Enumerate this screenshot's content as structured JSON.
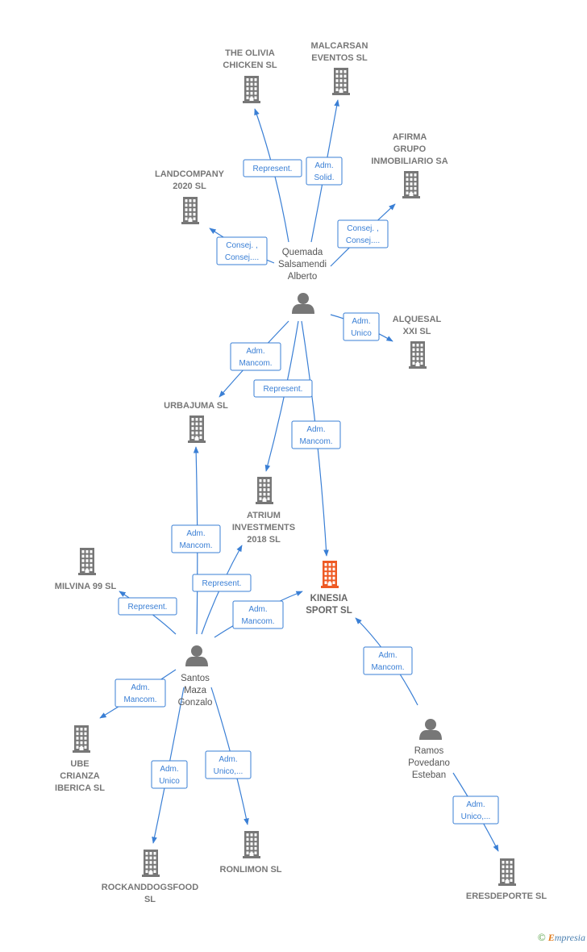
{
  "colors": {
    "edge": "#3a7fd5",
    "company": "#777777",
    "focus": "#ee5a24",
    "person": "#777777"
  },
  "companies": [
    {
      "id": "olivia",
      "lines": [
        "THE OLIVIA",
        "CHICKEN  SL"
      ]
    },
    {
      "id": "malcarsan",
      "lines": [
        "MALCARSAN",
        "EVENTOS  SL"
      ]
    },
    {
      "id": "afirma",
      "lines": [
        "AFIRMA",
        "GRUPO",
        "INMOBILIARIO SA"
      ]
    },
    {
      "id": "landcompany",
      "lines": [
        "LANDCOMPANY",
        "2020  SL"
      ]
    },
    {
      "id": "alquesal",
      "lines": [
        "ALQUESAL",
        "XXI  SL"
      ]
    },
    {
      "id": "urbajuma",
      "lines": [
        "URBAJUMA  SL"
      ]
    },
    {
      "id": "atrium",
      "lines": [
        "ATRIUM",
        "INVESTMENTS",
        "2018  SL"
      ]
    },
    {
      "id": "milvina",
      "lines": [
        "MILVINA 99 SL"
      ]
    },
    {
      "id": "kinesia",
      "lines": [
        "KINESIA",
        "SPORT  SL"
      ],
      "focus": true
    },
    {
      "id": "ube",
      "lines": [
        "UBE",
        "CRIANZA",
        "IBERICA  SL"
      ]
    },
    {
      "id": "rockanddogs",
      "lines": [
        "ROCKANDDOGSFOOD",
        "SL"
      ]
    },
    {
      "id": "ronlimon",
      "lines": [
        "RONLIMON SL"
      ]
    },
    {
      "id": "eresdeporte",
      "lines": [
        "ERESDEPORTE SL"
      ]
    }
  ],
  "persons": [
    {
      "id": "quemada",
      "lines": [
        "Quemada",
        "Salsamendi",
        "Alberto"
      ]
    },
    {
      "id": "santos",
      "lines": [
        "Santos",
        "Maza",
        "Gonzalo"
      ]
    },
    {
      "id": "ramos",
      "lines": [
        "Ramos",
        "Povedano",
        "Esteban"
      ]
    }
  ],
  "edges": [
    {
      "from": "quemada",
      "to": "olivia",
      "lines": [
        "Represent."
      ]
    },
    {
      "from": "quemada",
      "to": "malcarsan",
      "lines": [
        "Adm.",
        "Solid."
      ]
    },
    {
      "from": "quemada",
      "to": "afirma",
      "lines": [
        "Consej. ,",
        "Consej...."
      ]
    },
    {
      "from": "quemada",
      "to": "landcompany",
      "lines": [
        "Consej. ,",
        "Consej...."
      ]
    },
    {
      "from": "quemada",
      "to": "alquesal",
      "lines": [
        "Adm.",
        "Unico"
      ]
    },
    {
      "from": "quemada",
      "to": "urbajuma",
      "lines": [
        "Adm.",
        "Mancom."
      ]
    },
    {
      "from": "quemada",
      "to": "atrium",
      "lines": [
        "Represent."
      ]
    },
    {
      "from": "quemada",
      "to": "kinesia",
      "lines": [
        "Adm.",
        "Mancom."
      ]
    },
    {
      "from": "santos",
      "to": "urbajuma",
      "lines": [
        "Adm.",
        "Mancom."
      ]
    },
    {
      "from": "santos",
      "to": "atrium",
      "lines": [
        "Represent."
      ]
    },
    {
      "from": "santos",
      "to": "milvina",
      "lines": [
        "Represent."
      ]
    },
    {
      "from": "santos",
      "to": "kinesia",
      "lines": [
        "Adm.",
        "Mancom."
      ]
    },
    {
      "from": "santos",
      "to": "ube",
      "lines": [
        "Adm.",
        "Mancom."
      ]
    },
    {
      "from": "santos",
      "to": "rockanddogs",
      "lines": [
        "Adm.",
        "Unico"
      ]
    },
    {
      "from": "santos",
      "to": "ronlimon",
      "lines": [
        "Adm.",
        "Unico,..."
      ]
    },
    {
      "from": "ramos",
      "to": "kinesia",
      "lines": [
        "Adm.",
        "Mancom."
      ]
    },
    {
      "from": "ramos",
      "to": "eresdeporte",
      "lines": [
        "Adm.",
        "Unico,..."
      ]
    }
  ],
  "brand": {
    "copyright": "©",
    "first_letter": "E",
    "rest": "mpresia"
  }
}
